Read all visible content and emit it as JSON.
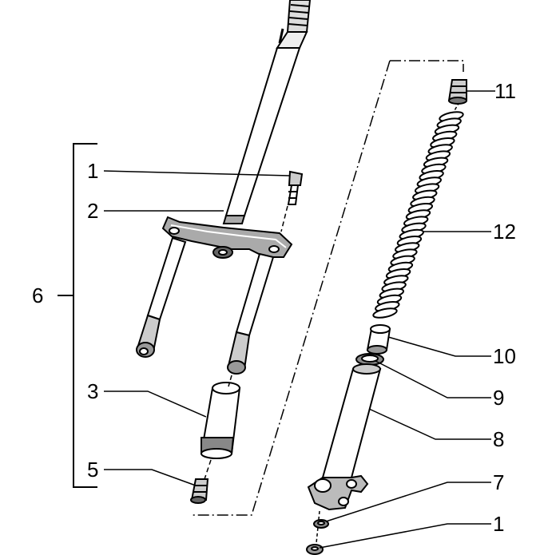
{
  "callouts": {
    "c1_top": "1",
    "c2": "2",
    "c3": "3",
    "c5": "5",
    "c6": "6",
    "c11": "11",
    "c12": "12",
    "c10": "10",
    "c9": "9",
    "c8": "8",
    "c7": "7",
    "c1_bottom": "1"
  }
}
